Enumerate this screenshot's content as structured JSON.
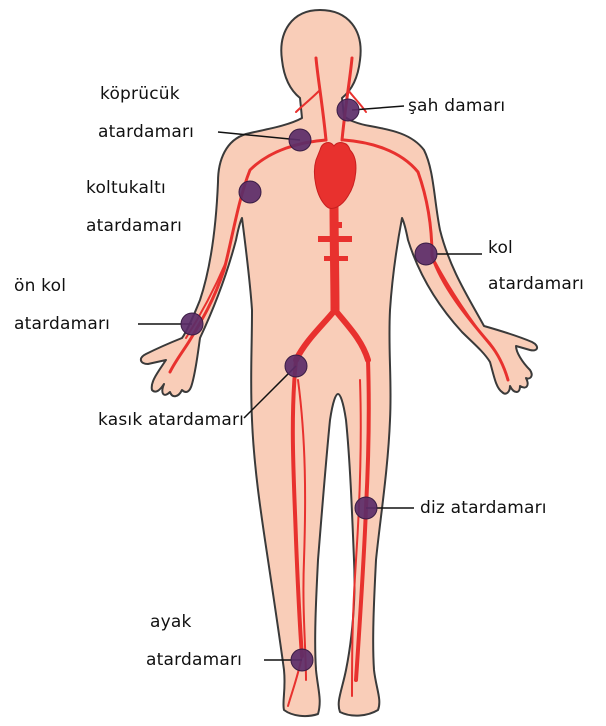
{
  "colors": {
    "skin": "#f9cdb8",
    "outline": "#3a3a3a",
    "artery": "#e8312e",
    "pulse_point": "#5b2d68",
    "leader": "#111111",
    "text": "#111111"
  },
  "labels": {
    "kopr1": "köprücük",
    "kopr2": "atardamarı",
    "sah": "şah damarı",
    "kolt1": "koltukaltı",
    "kolt2": "atardamarı",
    "kol1": "kol",
    "kol2": "atardamarı",
    "onkol1": "ön kol",
    "onkol2": "atardamarı",
    "kasik": "kasık atardamarı",
    "diz": "diz atardamarı",
    "ayak1": "ayak",
    "ayak2": "atardamarı"
  },
  "pulse_points": [
    "şah damarı",
    "köprücük atardamarı",
    "koltukaltı atardamarı",
    "kol atardamarı",
    "ön kol atardamarı",
    "kasık atardamarı",
    "diz atardamarı",
    "ayak atardamarı"
  ]
}
